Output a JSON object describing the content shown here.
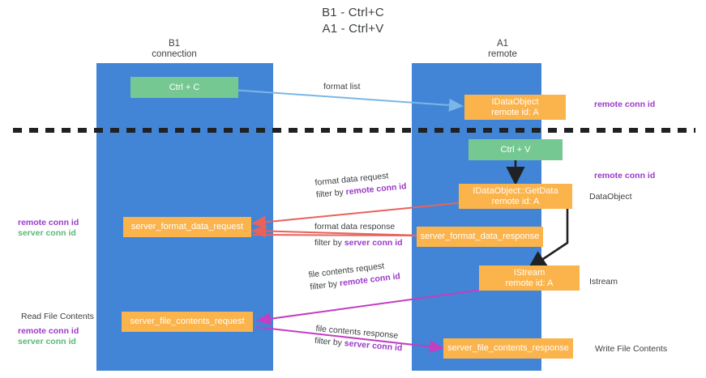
{
  "title": {
    "line1": "B1 - Ctrl+C",
    "line2": "A1 - Ctrl+V"
  },
  "columns": [
    {
      "id": "b1",
      "name": "B1",
      "role": "connection"
    },
    {
      "id": "a1",
      "name": "A1",
      "role": "remote"
    }
  ],
  "colors": {
    "lane": "#4285d6",
    "node_green": "#76c893",
    "node_orange": "#fbb34b",
    "purple": "#9b39c9",
    "green_text": "#5ab877",
    "divider": "#202124",
    "arrow_blue": "#7ab6e8",
    "arrow_red": "#e8625c",
    "arrow_magenta": "#c23ec2",
    "arrow_black": "#202124",
    "text": "#3c4043",
    "background": "#ffffff"
  },
  "nodes": [
    {
      "id": "ctrl-c",
      "label": "Ctrl + C",
      "sub": "",
      "style": "green"
    },
    {
      "id": "idataobject",
      "label": "IDataObject",
      "sub": "remote id: A",
      "style": "orange"
    },
    {
      "id": "ctrl-v",
      "label": "Ctrl + V",
      "sub": "",
      "style": "green"
    },
    {
      "id": "idataobject-getdata",
      "label": "IDataObject::GetData",
      "sub": "remote id: A",
      "style": "orange"
    },
    {
      "id": "server-format-data-request",
      "label": "server_format_data_request",
      "sub": "",
      "style": "orange"
    },
    {
      "id": "server-format-data-response",
      "label": "server_format_data_response",
      "sub": "",
      "style": "orange"
    },
    {
      "id": "istream",
      "label": "IStream",
      "sub": "remote id: A",
      "style": "orange"
    },
    {
      "id": "server-file-contents-request",
      "label": "server_file_contents_request",
      "sub": "",
      "style": "orange"
    },
    {
      "id": "server-file-contents-response",
      "label": "server_file_contents_response",
      "sub": "",
      "style": "orange"
    }
  ],
  "edge_labels": [
    {
      "id": "format-list",
      "text": "format list",
      "filter_prefix": "",
      "filter_key": "",
      "filter_color": ""
    },
    {
      "id": "format-data-request",
      "text": "format data request",
      "filter_prefix": "filter by ",
      "filter_key": "remote conn id",
      "filter_color": "purple"
    },
    {
      "id": "format-data-response",
      "text": "format data response",
      "filter_prefix": "filter by ",
      "filter_key": "server conn id",
      "filter_color": "purple"
    },
    {
      "id": "file-contents-request",
      "text": "file contents request",
      "filter_prefix": "filter by ",
      "filter_key": "remote conn id",
      "filter_color": "purple"
    },
    {
      "id": "file-contents-response",
      "text": "file contents response",
      "filter_prefix": "filter by ",
      "filter_key": "server conn id",
      "filter_color": "purple"
    }
  ],
  "annotations": {
    "right": [
      {
        "id": "remote-conn-id-top",
        "text": "remote conn id",
        "style": "purple"
      },
      {
        "id": "remote-conn-id-mid",
        "text": "remote conn id",
        "style": "purple"
      },
      {
        "id": "dataobject",
        "text": "DataObject",
        "style": "plain"
      },
      {
        "id": "istream-label",
        "text": "Istream",
        "style": "plain"
      },
      {
        "id": "write-file-contents",
        "text": "Write File Contents",
        "style": "plain"
      }
    ],
    "left": [
      {
        "id": "left-remote-conn-id-mid",
        "text": "remote conn id",
        "style": "purple"
      },
      {
        "id": "left-server-conn-id-mid",
        "text": "server conn id",
        "style": "green"
      },
      {
        "id": "read-file-contents",
        "text": "Read File Contents",
        "style": "plain"
      },
      {
        "id": "left-remote-conn-id-bot",
        "text": "remote conn id",
        "style": "purple"
      },
      {
        "id": "left-server-conn-id-bot",
        "text": "server conn id",
        "style": "green"
      }
    ]
  }
}
